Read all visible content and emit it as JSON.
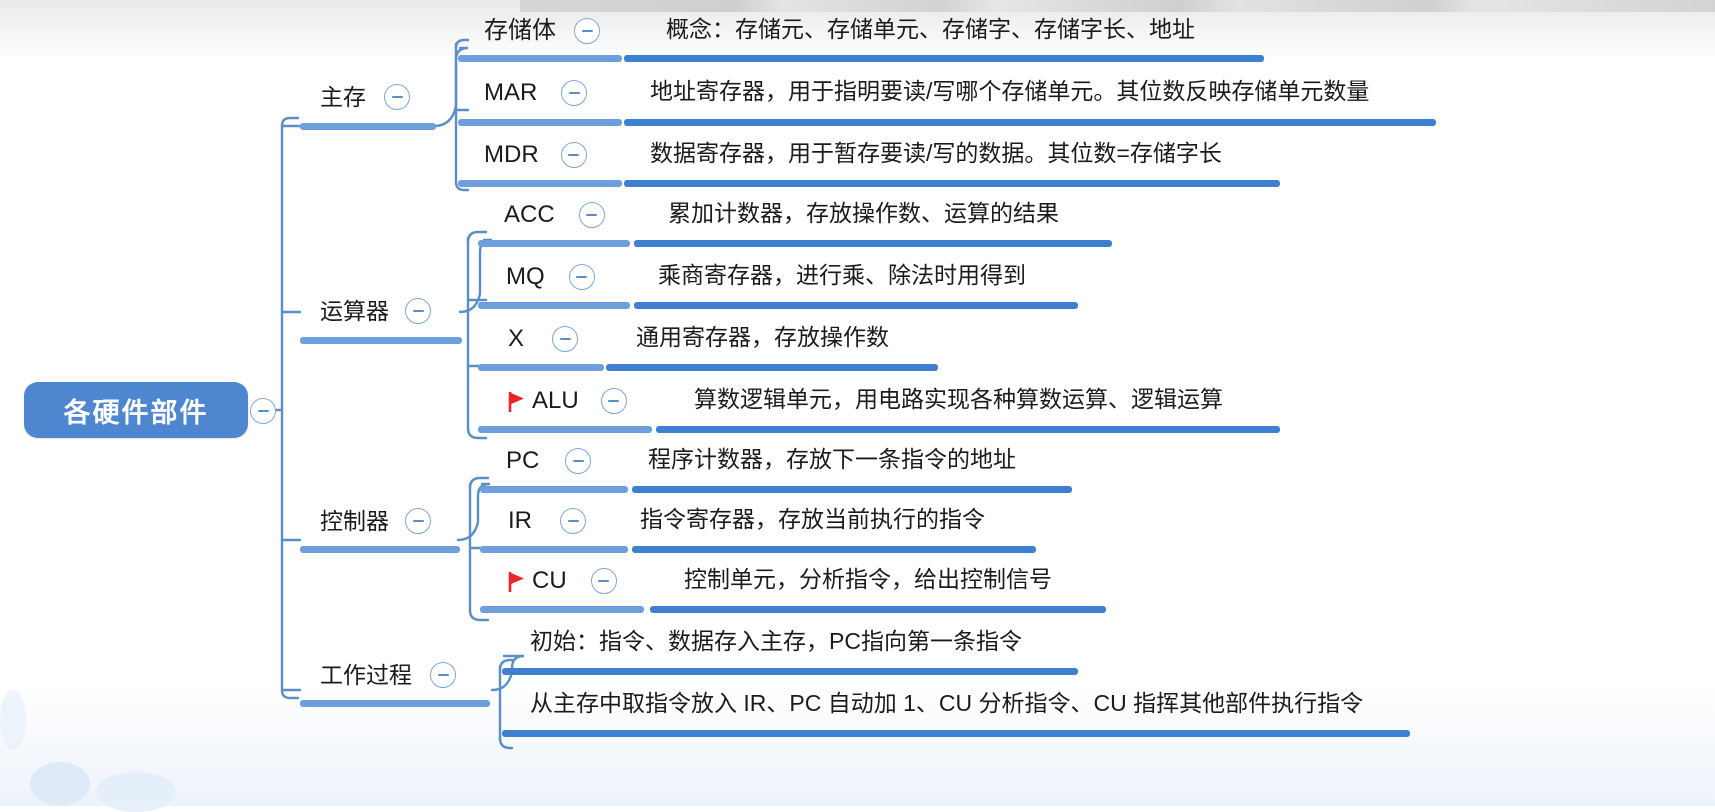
{
  "title": "各硬件部件 思维导图",
  "root": {
    "label": "各硬件部件",
    "toggle_icon": "collapse-minus-icon",
    "color": "#4f86d0"
  },
  "colors": {
    "node_bar": "#6e9edb",
    "node_bar_dark": "#3f7fd0",
    "node_bar_light": "#8fb4e0",
    "link_line": "#5b8ec4",
    "toggle_border": "#7fa8d8",
    "flag": "#e8262a",
    "text": "#1b1b1b",
    "root_bg": "#4f86d0",
    "root_text": "#ffffff"
  },
  "branches": [
    {
      "label": "主存",
      "toggle_icon": "collapse-minus-icon",
      "children": [
        {
          "label": "存储体",
          "toggle_icon": "collapse-minus-icon",
          "flag": false,
          "desc": "概念：存储元、存储单元、存储字、存储字长、地址"
        },
        {
          "label": "MAR",
          "toggle_icon": "collapse-minus-icon",
          "flag": false,
          "desc": "地址寄存器，用于指明要读/写哪个存储单元。其位数反映存储单元数量"
        },
        {
          "label": "MDR",
          "toggle_icon": "collapse-minus-icon",
          "flag": false,
          "desc": "数据寄存器，用于暂存要读/写的数据。其位数=存储字长"
        }
      ]
    },
    {
      "label": "运算器",
      "toggle_icon": "collapse-minus-icon",
      "children": [
        {
          "label": "ACC",
          "toggle_icon": "collapse-minus-icon",
          "flag": false,
          "desc": "累加计数器，存放操作数、运算的结果"
        },
        {
          "label": "MQ",
          "toggle_icon": "collapse-minus-icon",
          "flag": false,
          "desc": "乘商寄存器，进行乘、除法时用得到"
        },
        {
          "label": "X",
          "toggle_icon": "collapse-minus-icon",
          "flag": false,
          "desc": "通用寄存器，存放操作数"
        },
        {
          "label": "ALU",
          "toggle_icon": "collapse-minus-icon",
          "flag": true,
          "desc": "算数逻辑单元，用电路实现各种算数运算、逻辑运算"
        }
      ]
    },
    {
      "label": "控制器",
      "toggle_icon": "collapse-minus-icon",
      "children": [
        {
          "label": "PC",
          "toggle_icon": "collapse-minus-icon",
          "flag": false,
          "desc": "程序计数器，存放下一条指令的地址"
        },
        {
          "label": "IR",
          "toggle_icon": "collapse-minus-icon",
          "flag": false,
          "desc": "指令寄存器，存放当前执行的指令"
        },
        {
          "label": "CU",
          "toggle_icon": "collapse-minus-icon",
          "flag": true,
          "desc": "控制单元，分析指令，给出控制信号"
        }
      ]
    },
    {
      "label": "工作过程",
      "toggle_icon": "collapse-minus-icon",
      "children": [
        {
          "label": "",
          "toggle_icon": "",
          "flag": false,
          "desc": "初始：指令、数据存入主存，PC指向第一条指令"
        },
        {
          "label": "",
          "toggle_icon": "",
          "flag": false,
          "desc": "从主存中取指令放入 IR、PC 自动加 1、CU 分析指令、CU 指挥其他部件执行指令"
        }
      ]
    }
  ]
}
